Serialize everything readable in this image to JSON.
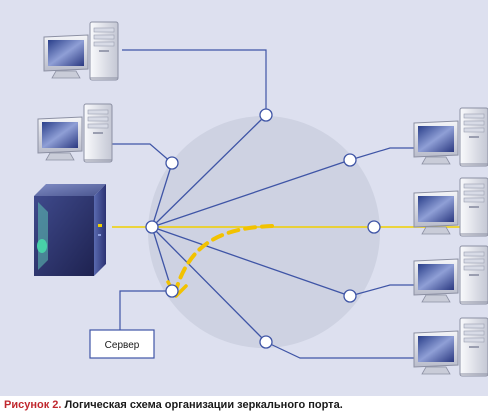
{
  "diagram": {
    "server_box_label": "Сервер"
  },
  "caption": {
    "label": "Рисунок 2.",
    "text": "Логическая схема организации зеркального порта."
  },
  "colors": {
    "background": "#dde0ef",
    "ring": "#ced2e2",
    "link": "#3f55a6",
    "mirror_link": "#f0d000",
    "mirror_flow": "#f2c200",
    "caption_label": "#c0282e"
  },
  "icons": [
    "desktop-computer-icon",
    "server-tower-icon",
    "network-port-icon"
  ]
}
